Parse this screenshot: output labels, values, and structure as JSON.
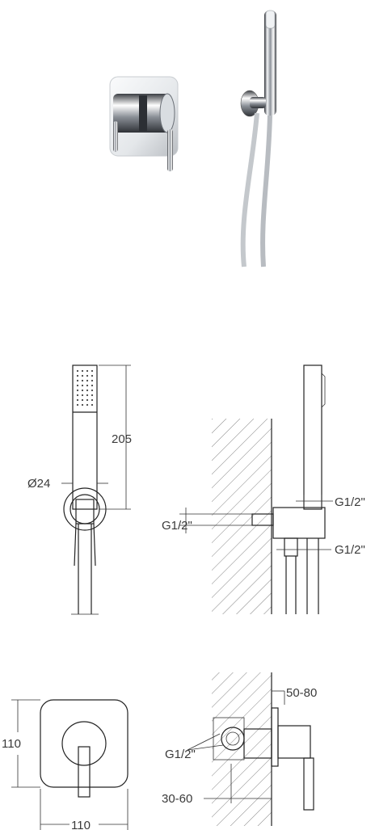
{
  "dimensions": {
    "handshower_length": "205",
    "handshower_diameter": "Ø24",
    "hose_connection": "G1/2\"",
    "outlet_connection": "G1/2\"",
    "wall_connection": "G1/2\"",
    "valve_inlet": "G1/2\"",
    "plate_height": "110",
    "plate_width": "110",
    "installation_depth": "50-80",
    "recess_depth": "30-60"
  },
  "colors": {
    "chrome_dark": "#3c3f44",
    "chrome_light": "#e9ecef",
    "line": "#222222"
  }
}
